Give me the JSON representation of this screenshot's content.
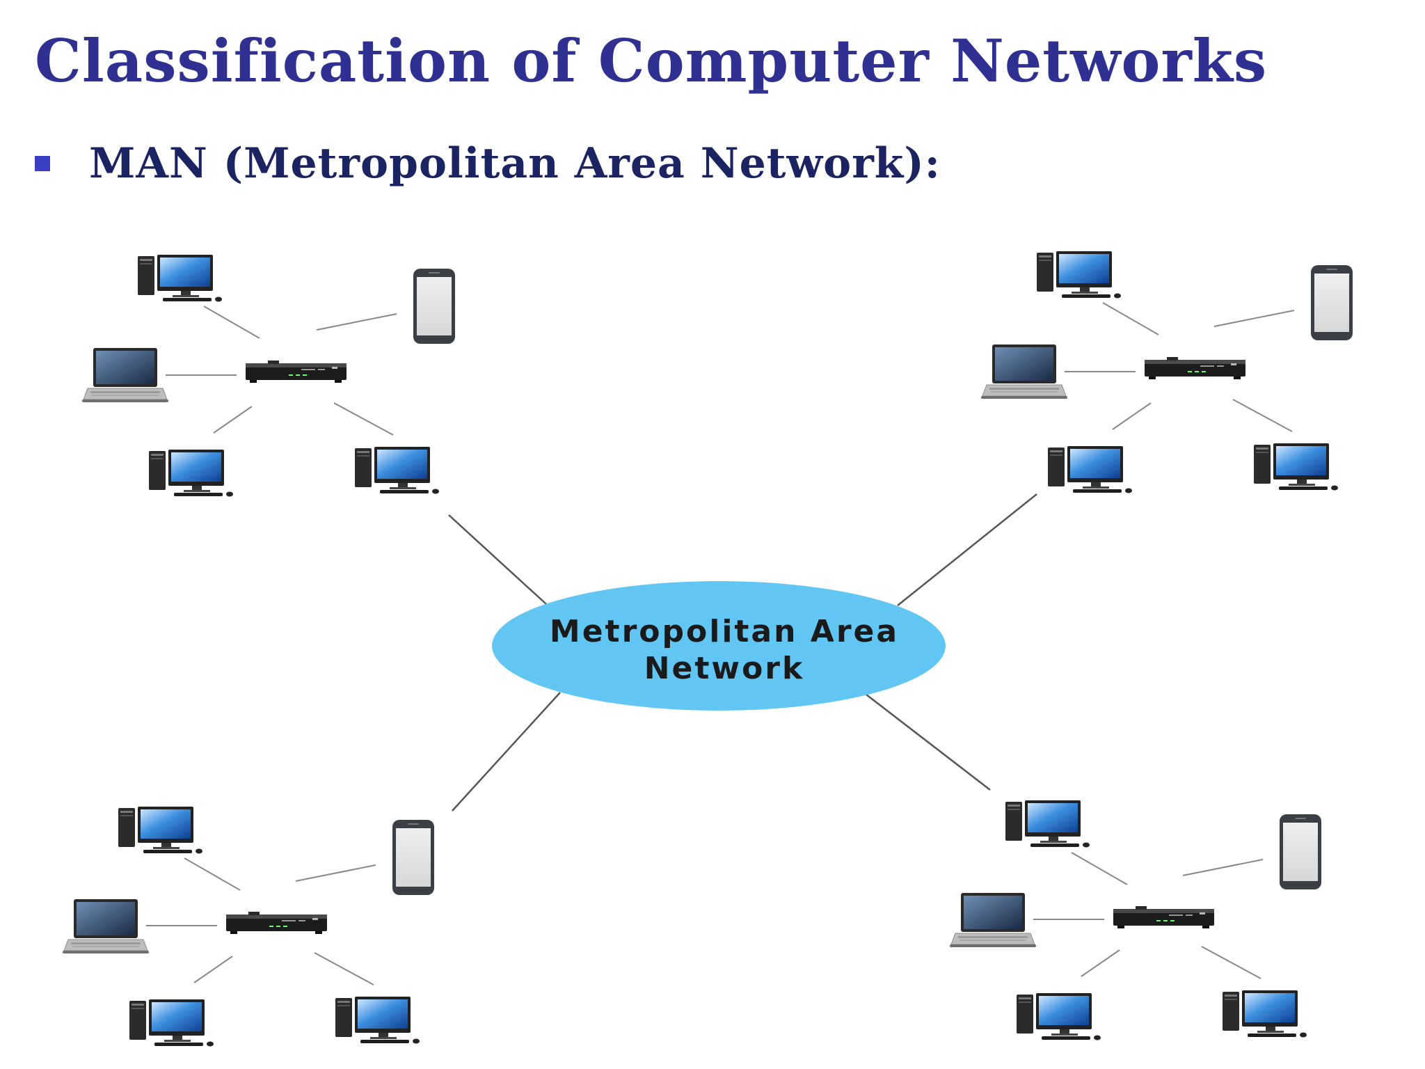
{
  "slide": {
    "title": "Classification of Computer Networks",
    "bullet": "MAN (Metropolitan Area Network):"
  },
  "diagram": {
    "center_label_lines": [
      "Metropolitan Area",
      "Network"
    ],
    "clusters": [
      {
        "id": "top-left",
        "devices": [
          "desktop-computer",
          "mobile-phone",
          "laptop",
          "desktop-computer",
          "desktop-computer"
        ],
        "hub": "router"
      },
      {
        "id": "top-right",
        "devices": [
          "desktop-computer",
          "mobile-phone",
          "laptop",
          "desktop-computer",
          "desktop-computer"
        ],
        "hub": "router"
      },
      {
        "id": "bottom-left",
        "devices": [
          "desktop-computer",
          "mobile-phone",
          "laptop",
          "desktop-computer",
          "desktop-computer"
        ],
        "hub": "router"
      },
      {
        "id": "bottom-right",
        "devices": [
          "desktop-computer",
          "mobile-phone",
          "laptop",
          "desktop-computer",
          "desktop-computer"
        ],
        "hub": "router"
      }
    ]
  },
  "colors": {
    "title": "#2e3192",
    "bullet_text": "#1b2462",
    "bullet_square": "#3b3fc4",
    "cloud_fill": "#62c6f5",
    "cloud_text": "#1a1a1a",
    "link_line": "#555555"
  }
}
